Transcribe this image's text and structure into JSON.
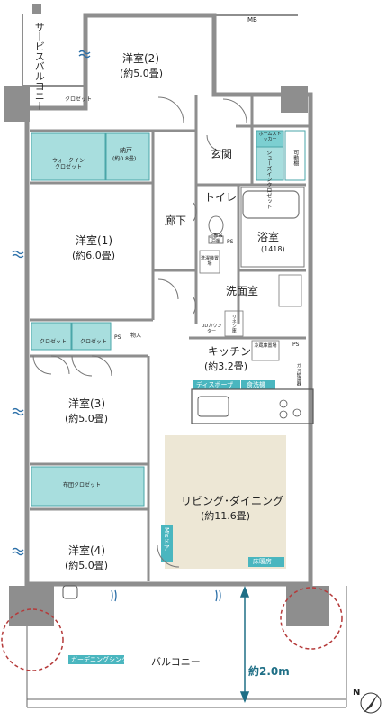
{
  "colors": {
    "wall": "#8e8e8e",
    "storage": "#a8dede",
    "storage_stroke": "#4aa6a8",
    "floor_heating": "#ede7d5",
    "accent": "#4ab6bf",
    "circle": "#b53a3a",
    "dimension": "#1f6f86",
    "window_blue": "#2b6fa8"
  },
  "rooms": {
    "western2": {
      "name": "洋室(2)",
      "size": "(約5.0畳)"
    },
    "western1": {
      "name": "洋室(1)",
      "size": "(約6.0畳)"
    },
    "western3": {
      "name": "洋室(3)",
      "size": "(約5.0畳)"
    },
    "western4": {
      "name": "洋室(4)",
      "size": "(約5.0畳)"
    },
    "ldk": {
      "name": "リビング･ダイニング",
      "size": "(約11.6畳)"
    },
    "kitchen": {
      "name": "キッチン",
      "size": "(約3.2畳)"
    },
    "entrance": {
      "name": "玄関"
    },
    "toilet": {
      "name": "トイレ"
    },
    "corridor": {
      "name": "廊下"
    },
    "bath": {
      "name": "浴室",
      "size": "(1418)"
    },
    "washroom": {
      "name": "洗面室"
    },
    "service_balcony": {
      "name": "サービスバルコニー"
    },
    "balcony": {
      "name": "バルコニー"
    }
  },
  "storage": {
    "walkin": "ウォークインクロゼット",
    "nando": "納戸",
    "nando_size": "(約0.8畳)",
    "closet": "クロゼット",
    "futon": "布団クロゼット",
    "shoes_in": "シューズインクロゼット",
    "home_stocker": "ホームストッカー",
    "movable_shelf": "可動棚",
    "storage_small": "物入",
    "upper_cabinet": "上部吊戸棚",
    "washer": "洗濯機置場",
    "linen": "リネン庫",
    "ud_counter": "UDカウンター",
    "fridge": "冷蔵庫置場",
    "gas_meter": "ガス給湯器"
  },
  "labels": {
    "mb": "MB",
    "ps": "PS",
    "ms_door": "M'sドア",
    "floor_heating": "床暖房",
    "disposer": "ディスポーザ",
    "dishwasher": "食洗機",
    "gardening_sink": "ガーデニングシンク",
    "balcony_depth": "約2.0m",
    "north": "N"
  }
}
